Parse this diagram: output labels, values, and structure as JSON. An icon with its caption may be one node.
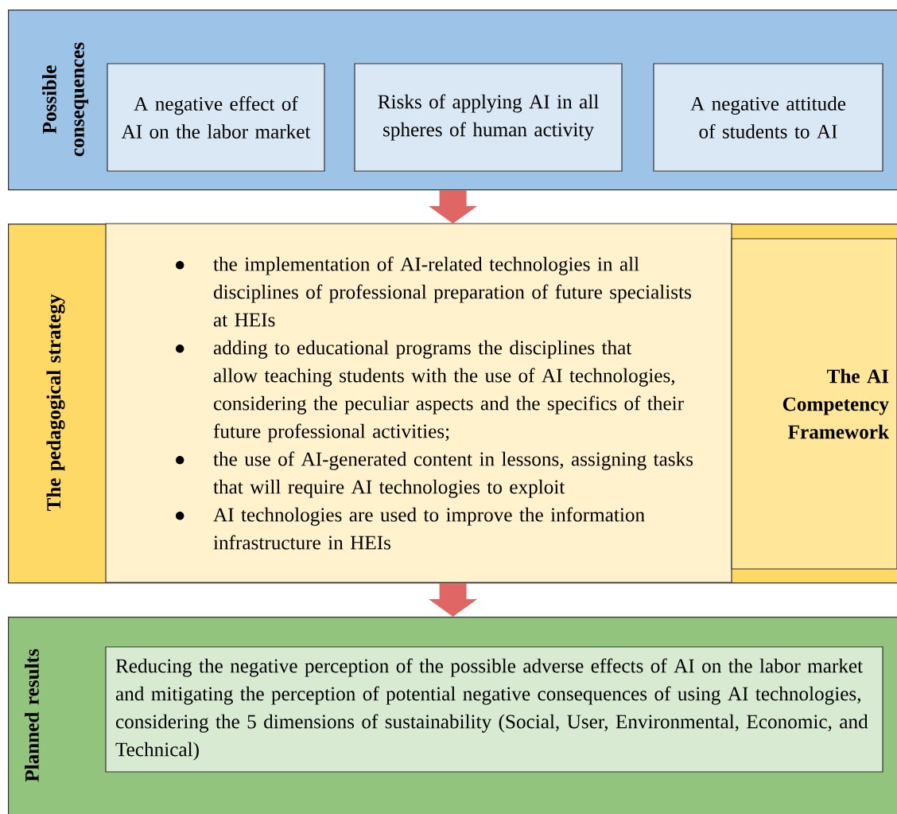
{
  "diagram": {
    "nodes": [
      {
        "text": [
          "Possible consequences"
        ]
      },
      {
        "text": [
          "A negative effect of AI on the labor market"
        ],
        "in": 0
      },
      {
        "text": [
          "Risks of applying AI in all spheres of human activity"
        ],
        "in": 0
      },
      {
        "text": [
          "A negative attitude of students to AI"
        ],
        "in": 0
      },
      {
        "text": [
          "The pedagogical strategy"
        ]
      },
      {
        "text": [
          "the implementation of AI-related technologies in all disciplines of professional preparation of future specialists at HEIs",
          "adding to educational programs the disciplines that allow teaching students with the use of AI technologies, considering the peculiar aspects and the specifics of their future professional activities;",
          "the use of AI-generated content in lessons, assigning tasks that will require AI technologies to exploit",
          "AI technologies are used to improve the information infrastructure in HEIs"
        ],
        "in": 4
      },
      {
        "text": [
          "The AI Competency Framework"
        ],
        "in": 4
      },
      {
        "text": [
          "Planned results"
        ]
      },
      {
        "text": [
          "Reducing the negative perception of the possible adverse effects of AI on the labor market and mitigating the perception of potential negative consequences of using AI technologies, considering the 5 dimensions of sustainability (Social, User, Environmental, Economic, and Technical)"
        ],
        "in": 7
      }
    ],
    "edges": [
      {
        "from": 0,
        "to": 4,
        "arrow": "to"
      },
      {
        "from": 4,
        "to": 7,
        "arrow": "to"
      }
    ]
  }
}
